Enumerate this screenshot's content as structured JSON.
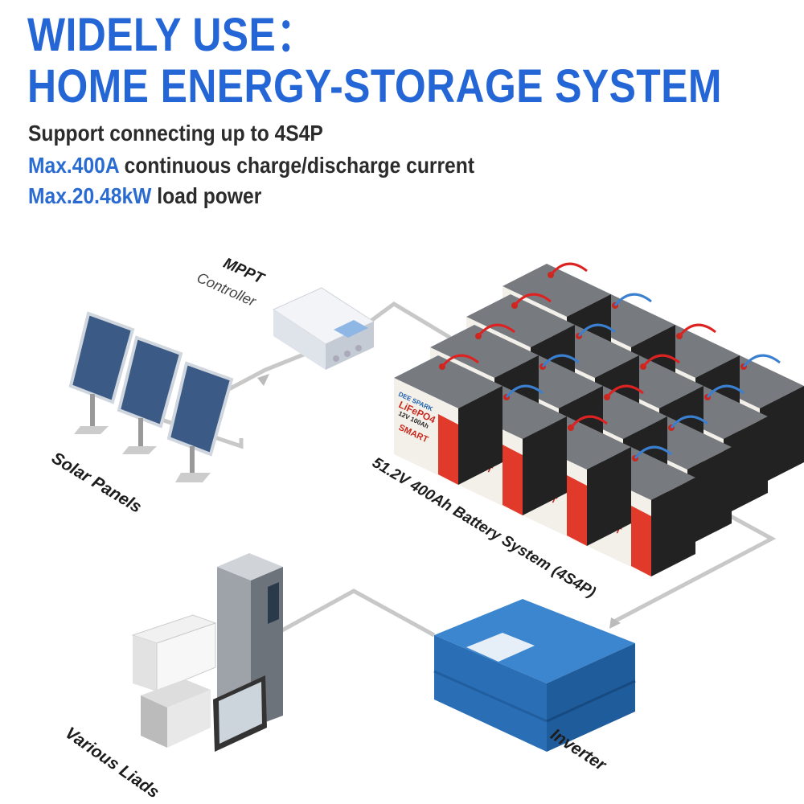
{
  "header": {
    "title_line1": "WIDELY USE：",
    "title_line2": "HOME ENERGY-STORAGE SYSTEM"
  },
  "features": [
    {
      "highlight": "",
      "text": "Support connecting up to 4S4P"
    },
    {
      "highlight": "Max.400A",
      "text": " continuous charge/discharge current"
    },
    {
      "highlight": "Max.20.48kW",
      "text": " load power"
    }
  ],
  "diagram": {
    "mppt_label": "MPPT",
    "controller_label": "Controller",
    "solar_label": "Solar Panels",
    "battery_system_label": "51.2V 400Ah Battery System (4S4P)",
    "loads_label": "Various Liads",
    "inverter_label": "Inverter",
    "battery": {
      "brand": "DEE SPARK",
      "chem": "LiFePO4",
      "rating": "12V 100Ah",
      "tag": "SMART"
    }
  },
  "colors": {
    "title_blue": "#2466d6",
    "highlight_blue": "#2a6bd1",
    "inverter_blue": "#2f78c4",
    "wire_gray": "#c8c8c8"
  }
}
